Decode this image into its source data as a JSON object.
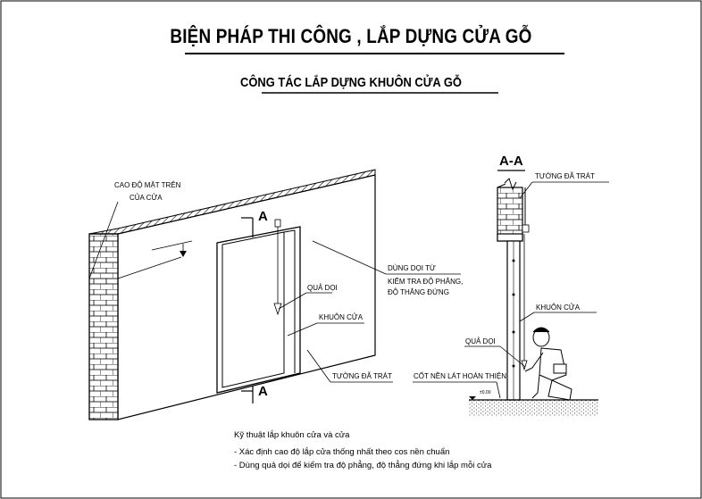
{
  "title": "BIỆN PHÁP THI CÔNG , LẮP DỰNG CỬA GỖ",
  "subtitle": "CÔNG TÁC LẮP DỰNG KHUÔN CỬA GỖ",
  "labels": {
    "cao_do_line1": "CAO ĐỘ MẶT TRÊN",
    "cao_do_line2": "CỦA CỬA",
    "section_top": "A",
    "section_bottom": "A",
    "dung_doi_line1": "DÙNG  DỌI TỪ",
    "dung_doi_line2": "KIỂM TRA ĐỘ PHẲNG,",
    "dung_doi_line3": "ĐỘ THẲNG ĐỨNG",
    "qua_doi": "QUẢ DỌI",
    "khuon_cua": "KHUÔN CỬA",
    "tuong_da_trat": "TƯỜNG ĐÃ TRÁT",
    "section_title": "A-A",
    "tuong_da_trat_right": "TƯỜNG ĐÃ TRÁT",
    "khuon_cua_right": "KHUÔN CỬA",
    "qua_doi_right": "QUẢ DỌI",
    "cot_nen": "CỐT NỀN LÁT HOÀN THIỆN",
    "level_mark": "±0.00"
  },
  "notes": {
    "heading": "Kỹ thuật lắp khuôn cửa và cửa",
    "line1": "- Xác định cao độ lắp cửa thống nhất theo cos nền chuẩn",
    "line2": "- Dùng quả dọi để kiểm tra độ phẳng, độ thẳng đứng khi lắp mỗi cửa"
  }
}
